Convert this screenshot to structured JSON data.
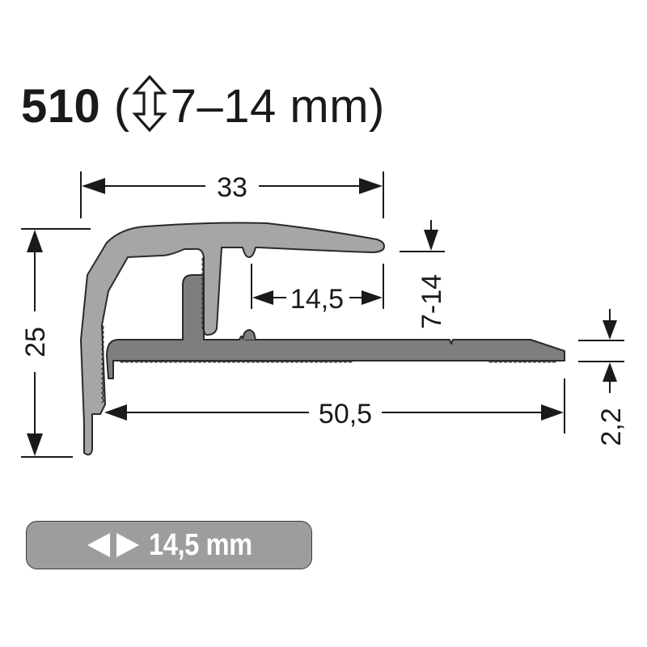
{
  "title": {
    "model_number": "510",
    "open_paren": "(",
    "height_icon": "up-down-arrow-icon",
    "range_text": "7–14 mm)"
  },
  "dimensions": {
    "top_width": "33",
    "total_height": "25",
    "inner_width": "14,5",
    "adjustable_height": "7-14",
    "base_length": "50,5",
    "base_thickness": "2,2"
  },
  "badge": {
    "icon": "left-right-arrows-icon",
    "label": "14,5 mm"
  },
  "colors": {
    "profile_light": "#a6a6a6",
    "profile_dark": "#7e7e7e",
    "outline": "#2a2a2a",
    "badge_bg": "#9d9d9d",
    "badge_text": "#ffffff",
    "text": "#1a1a1a"
  }
}
